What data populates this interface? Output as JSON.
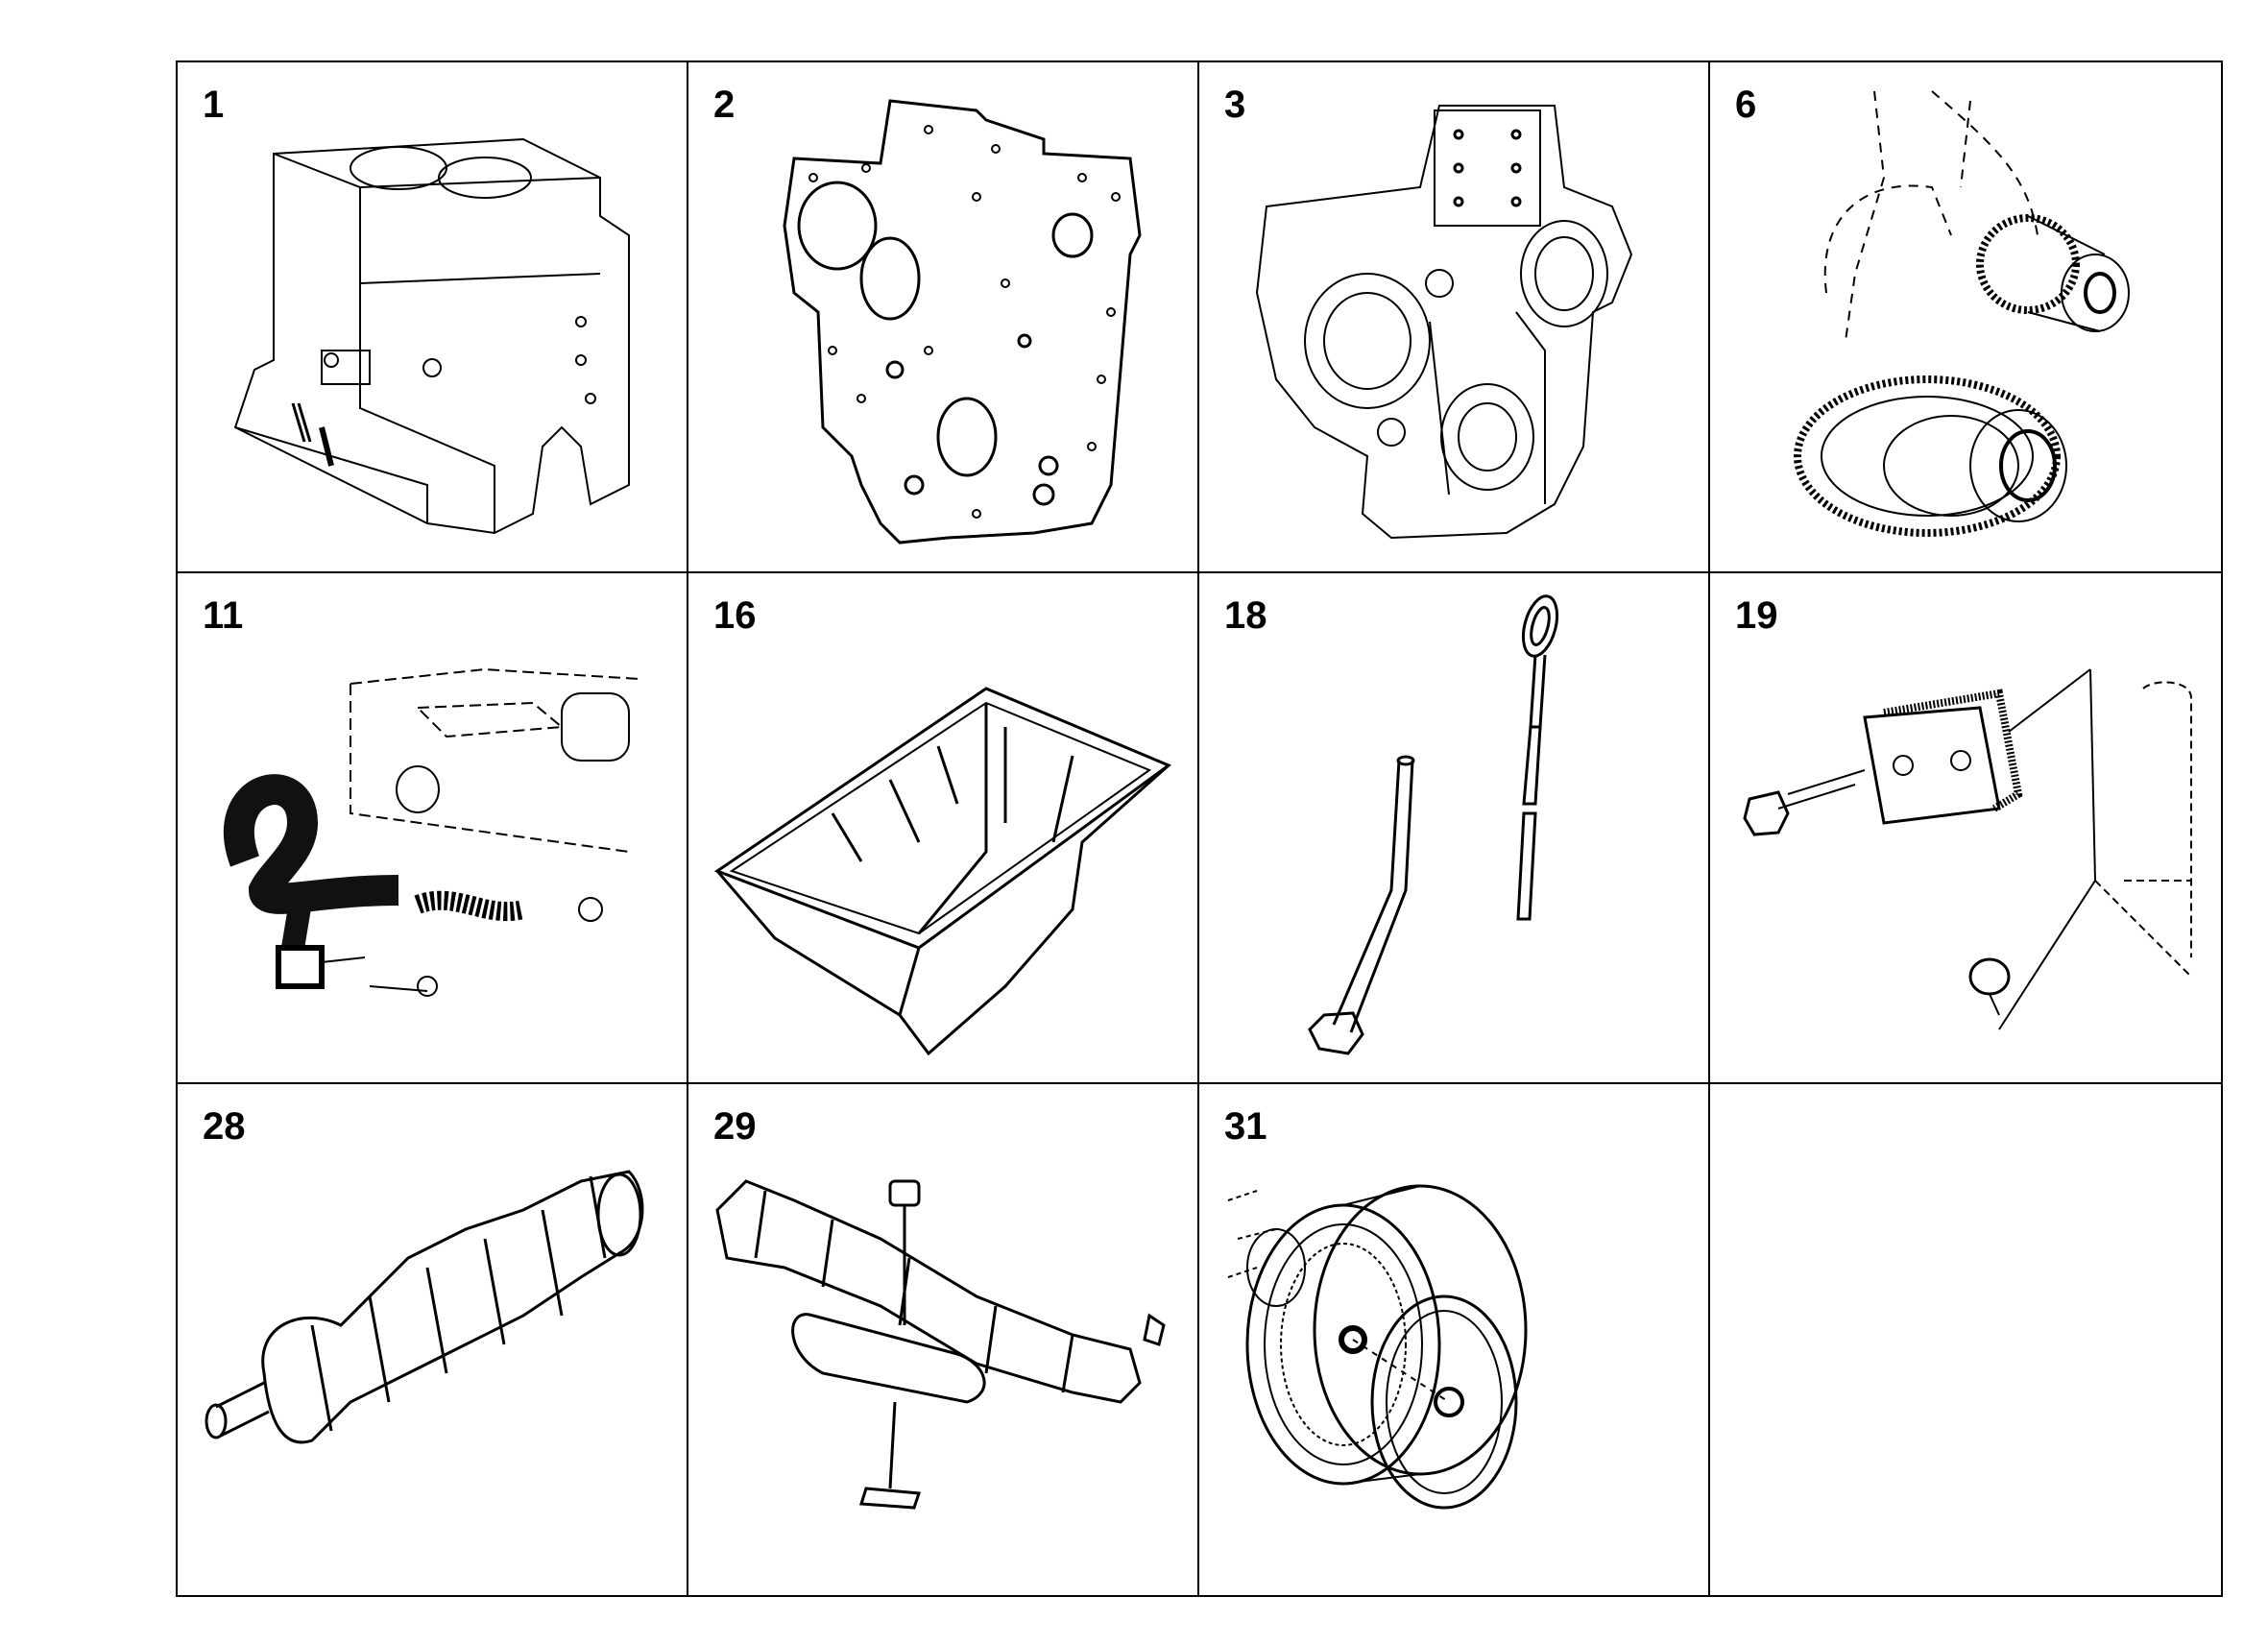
{
  "cells": [
    {
      "label": "1",
      "part": "engine-block"
    },
    {
      "label": "2",
      "part": "timing-plate-gasket"
    },
    {
      "label": "3",
      "part": "timing-gear-housing"
    },
    {
      "label": "6",
      "part": "idler-gear-assembly"
    },
    {
      "label": "11",
      "part": "breather-hose"
    },
    {
      "label": "16",
      "part": "oil-pan"
    },
    {
      "label": "18",
      "part": "dipstick-and-tube"
    },
    {
      "label": "19",
      "part": "cover-plate-and-plug"
    },
    {
      "label": "28",
      "part": "crankshaft"
    },
    {
      "label": "29",
      "part": "camshaft"
    },
    {
      "label": "31",
      "part": "crankshaft-pulley"
    },
    {
      "label": "",
      "part": ""
    }
  ]
}
